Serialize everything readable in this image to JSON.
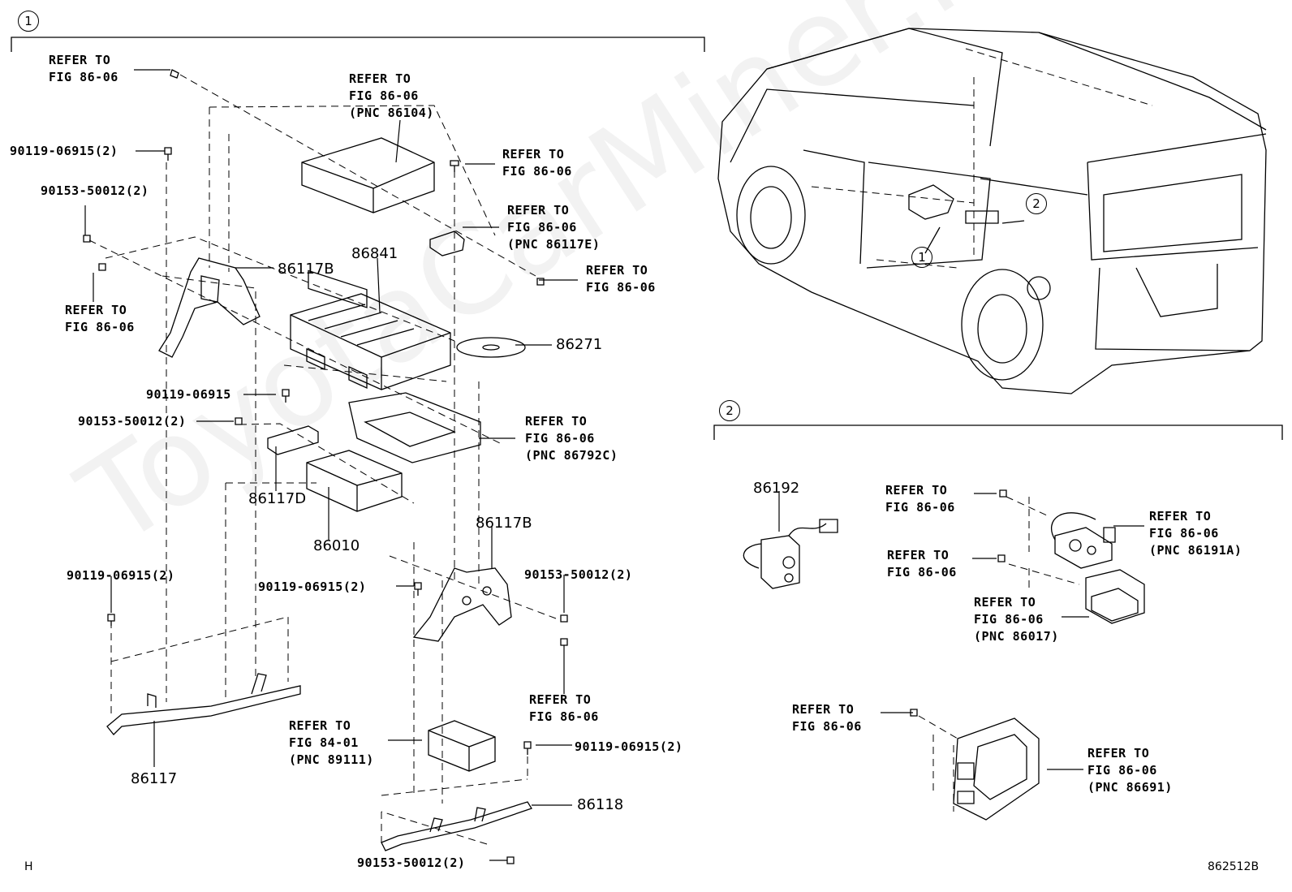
{
  "watermark": "ToyotaCarMiner.ru",
  "sections": {
    "s1": "1",
    "s2": "2"
  },
  "car": {
    "m1": "1",
    "m2": "2"
  },
  "footer": {
    "left": "H",
    "right": "862512B"
  },
  "labels": {
    "l01": "REFER TO\nFIG 86-06",
    "l02": "REFER TO\nFIG 86-06\n(PNC 86104)",
    "l03": "90119-06915(2)",
    "l04": "REFER TO\nFIG 86-06",
    "l05": "90153-50012(2)",
    "l06": "REFER TO\nFIG 86-06\n(PNC 86117E)",
    "l07": "REFER TO\nFIG 86-06",
    "l08": "REFER TO\nFIG 86-06",
    "l09": "90119-06915",
    "l10": "90153-50012(2)",
    "l11": "REFER TO\nFIG 86-06\n(PNC 86792C)",
    "l12": "90119-06915(2)",
    "l13": "90119-06915(2)",
    "l14": "90153-50012(2)",
    "l15": "REFER TO\nFIG 86-06",
    "l16": "REFER TO\nFIG 84-01\n(PNC 89111)",
    "l17": "90119-06915(2)",
    "l18": "90153-50012(2)",
    "l19": "REFER TO\nFIG 86-06",
    "l20": "REFER TO\nFIG 86-06\n(PNC 86191A)",
    "l21": "REFER TO\nFIG 86-06",
    "l22": "REFER TO\nFIG 86-06\n(PNC 86017)",
    "l23": "REFER TO\nFIG 86-06",
    "l24": "REFER TO\nFIG 86-06\n(PNC 86691)"
  },
  "parts": {
    "p86117B_a": "86117B",
    "p86841": "86841",
    "p86271": "86271",
    "p86117D": "86117D",
    "p86010": "86010",
    "p86117B_b": "86117B",
    "p86117": "86117",
    "p86118": "86118",
    "p86192": "86192"
  }
}
